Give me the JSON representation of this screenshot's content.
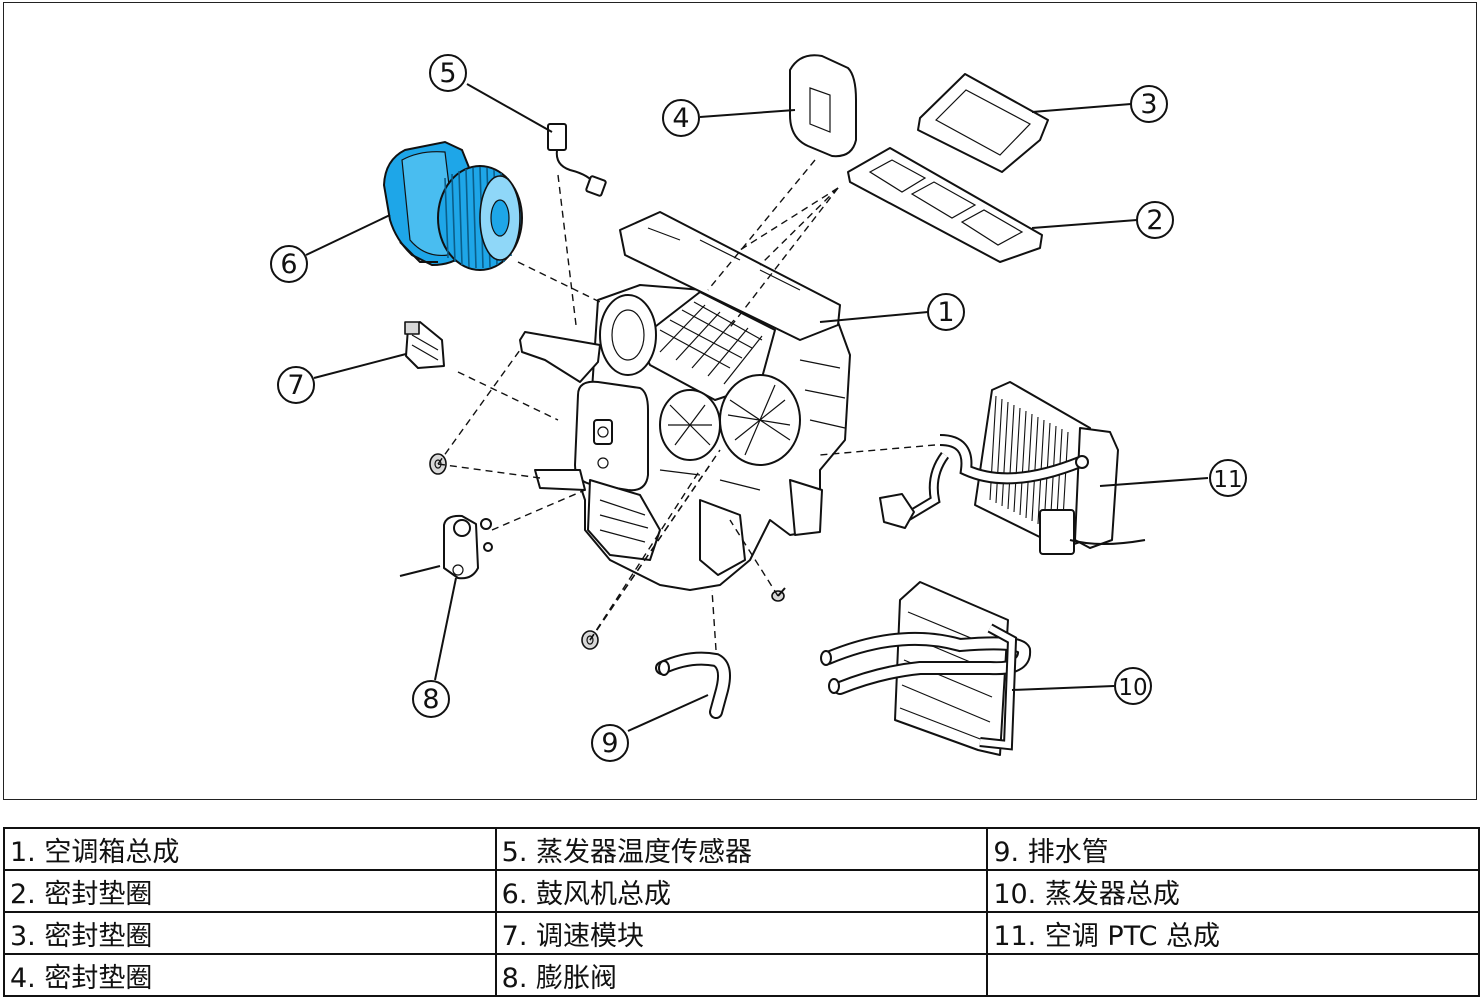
{
  "callouts": [
    "1",
    "2",
    "3",
    "4",
    "5",
    "6",
    "7",
    "8",
    "9",
    "10",
    "11"
  ],
  "legend": [
    [
      "1. 空调箱总成",
      "5. 蒸发器温度传感器",
      "9. 排水管"
    ],
    [
      "2. 密封垫圈",
      "6. 鼓风机总成",
      "10. 蒸发器总成"
    ],
    [
      "3. 密封垫圈",
      "7. 调速模块",
      "11. 空调 PTC 总成"
    ],
    [
      "4. 密封垫圈",
      "8. 膨胀阀",
      ""
    ]
  ],
  "colors": {
    "highlight_part": "#1ea6e8",
    "line": "#111111",
    "background": "#ffffff"
  }
}
